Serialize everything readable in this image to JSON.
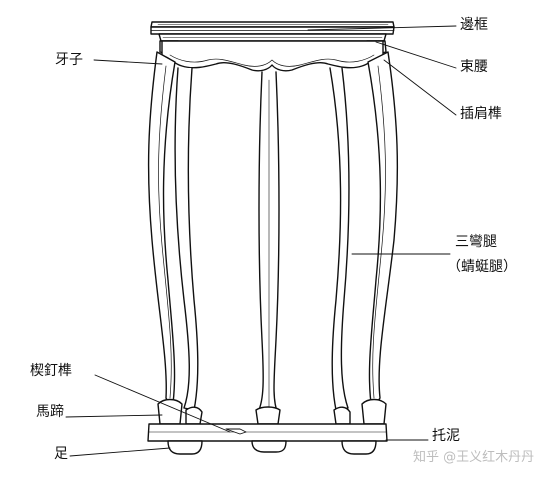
{
  "labels": {
    "edge_frame": "邊框",
    "waist": "束腰",
    "apron": "牙子",
    "shoulder_joint": "插肩榫",
    "three_bend_leg": "三彎腿",
    "three_bend_leg_alt": "（蜻蜓腿）",
    "wedge_tenon": "楔釘榫",
    "horse_hoof": "馬蹄",
    "foot": "足",
    "stretcher_base": "托泥"
  },
  "watermark": "知乎 @王义红木丹丹",
  "colors": {
    "line": "#111111",
    "watermark": "#bdbdbd",
    "background": "#ffffff"
  }
}
